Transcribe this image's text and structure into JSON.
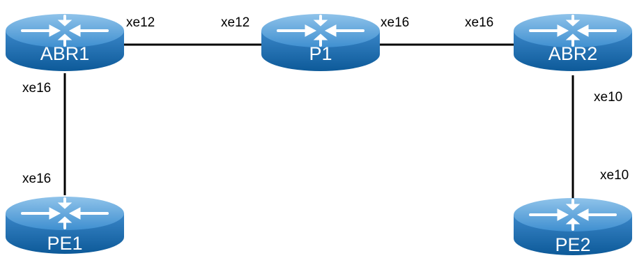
{
  "colors": {
    "link": "#000000",
    "router_top_light": "#8fc3ea",
    "router_top_dark": "#3f8fd0",
    "router_body_light": "#3a86c8",
    "router_body_dark": "#0d5a99",
    "router_arrows": "#ffffff",
    "label_text": "#000000",
    "router_text": "#ffffff"
  },
  "icons": {
    "router": "router-icon"
  },
  "routers": {
    "abr1": {
      "name": "ABR1"
    },
    "p1": {
      "name": "P1"
    },
    "abr2": {
      "name": "ABR2"
    },
    "pe1": {
      "name": "PE1"
    },
    "pe2": {
      "name": "PE2"
    }
  },
  "links": [
    {
      "from": "ABR1",
      "to": "P1",
      "from_port": "xe12",
      "to_port": "xe12"
    },
    {
      "from": "P1",
      "to": "ABR2",
      "from_port": "xe16",
      "to_port": "xe16"
    },
    {
      "from": "ABR1",
      "to": "PE1",
      "from_port": "xe16",
      "to_port": "xe16"
    },
    {
      "from": "ABR2",
      "to": "PE2",
      "from_port": "xe10",
      "to_port": "xe10"
    }
  ]
}
